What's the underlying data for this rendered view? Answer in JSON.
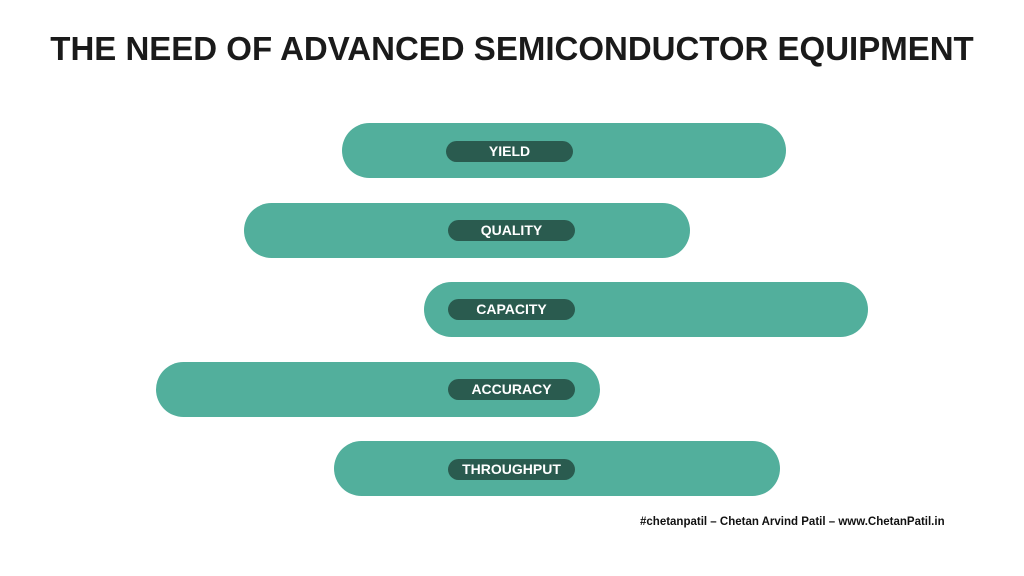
{
  "title": "THE NEED OF ADVANCED SEMICONDUCTOR EQUIPMENT",
  "items": [
    {
      "label": "YIELD"
    },
    {
      "label": "QUALITY"
    },
    {
      "label": "CAPACITY"
    },
    {
      "label": "ACCURACY"
    },
    {
      "label": "THROUGHPUT"
    }
  ],
  "footer": "#chetanpatil – Chetan Arvind Patil – www.ChetanPatil.in",
  "colors": {
    "bar": "#52af9c",
    "pill": "#2a5b4f"
  }
}
